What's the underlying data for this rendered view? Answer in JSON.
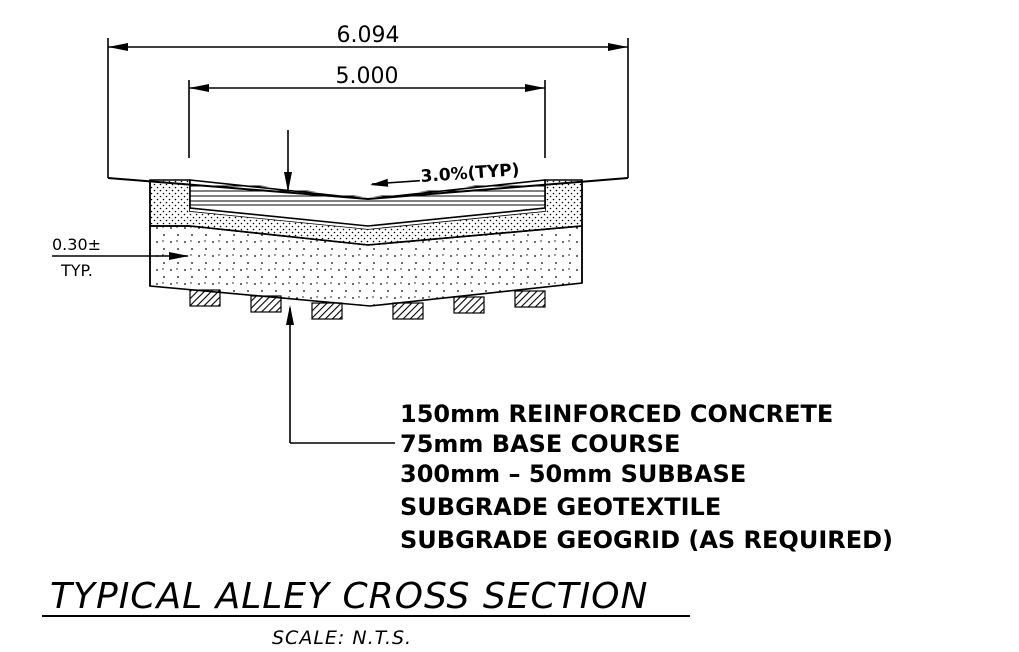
{
  "dimensions": {
    "overall_width": "6.094",
    "pavement_width": "5.000",
    "cross_slope": "3.0%(TYP)",
    "edge_depth_value": "0.30±",
    "edge_depth_note": "TYP."
  },
  "layers": [
    "150mm REINFORCED CONCRETE",
    "75mm BASE COURSE",
    "300mm – 50mm SUBBASE",
    "SUBGRADE GEOTEXTILE",
    "SUBGRADE GEOGRID (AS REQUIRED)"
  ],
  "title": "TYPICAL ALLEY CROSS SECTION",
  "scale": "SCALE: N.T.S."
}
